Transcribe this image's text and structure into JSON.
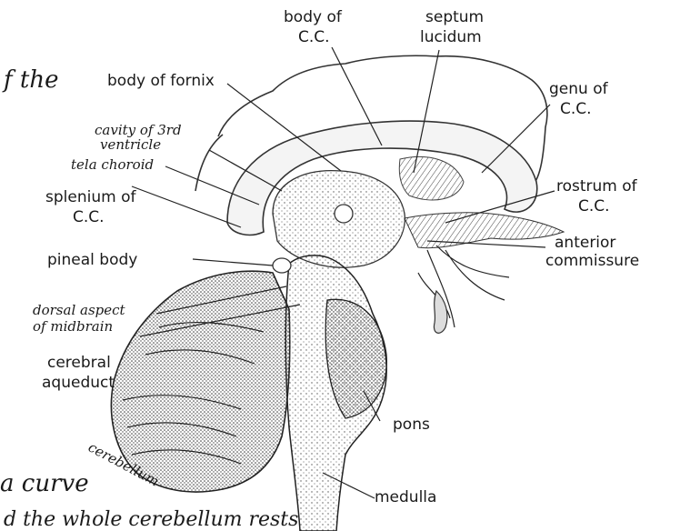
{
  "fragments": {
    "top_left": "f the",
    "bottom_left": "a curve",
    "bottom_line": "d the whole cerebellum rests"
  },
  "labels": {
    "body_cc": "body of\nC.C.",
    "septum": "septum\nlucidum",
    "body_fornix": "body of fornix",
    "genu": "genu of\nC.C.",
    "cavity_3rd": "cavity of 3rd\nventricle",
    "tela": "tela choroid",
    "splenium": "splenium of\nC.C.",
    "rostrum": "rostrum of\nC.C.",
    "pineal": "pineal body",
    "anterior_comm": "anterior\ncommissure",
    "dorsal_midbrain": "dorsal aspect\nof midbrain",
    "aqueduct": "cerebral\naqueduct",
    "pons": "pons",
    "cerebellum": "cerebellum",
    "medulla": "medulla"
  }
}
